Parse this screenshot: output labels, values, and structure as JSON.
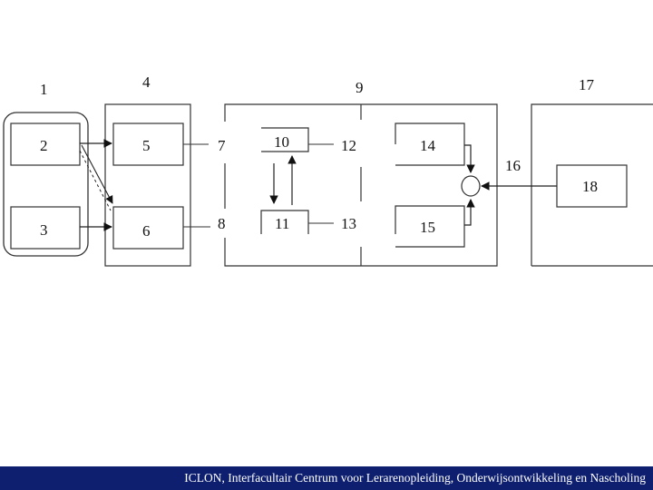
{
  "labels": {
    "l1": "1",
    "l2": "2",
    "l3": "3",
    "l4": "4",
    "l5": "5",
    "l6": "6",
    "l7": "7",
    "l8": "8",
    "l9": "9",
    "l10": "10",
    "l11": "11",
    "l12": "12",
    "l13": "13",
    "l14": "14",
    "l15": "15",
    "l16": "16",
    "l17": "17",
    "l18": "18"
  },
  "footer": {
    "text": "ICLON, Interfacultair Centrum voor Lerarenopleiding, Onderwijsontwikkeling en Nascholing"
  },
  "colors": {
    "footer_bg": "#0d1f6e",
    "footer_text": "#ffffff",
    "line": "#333333"
  }
}
